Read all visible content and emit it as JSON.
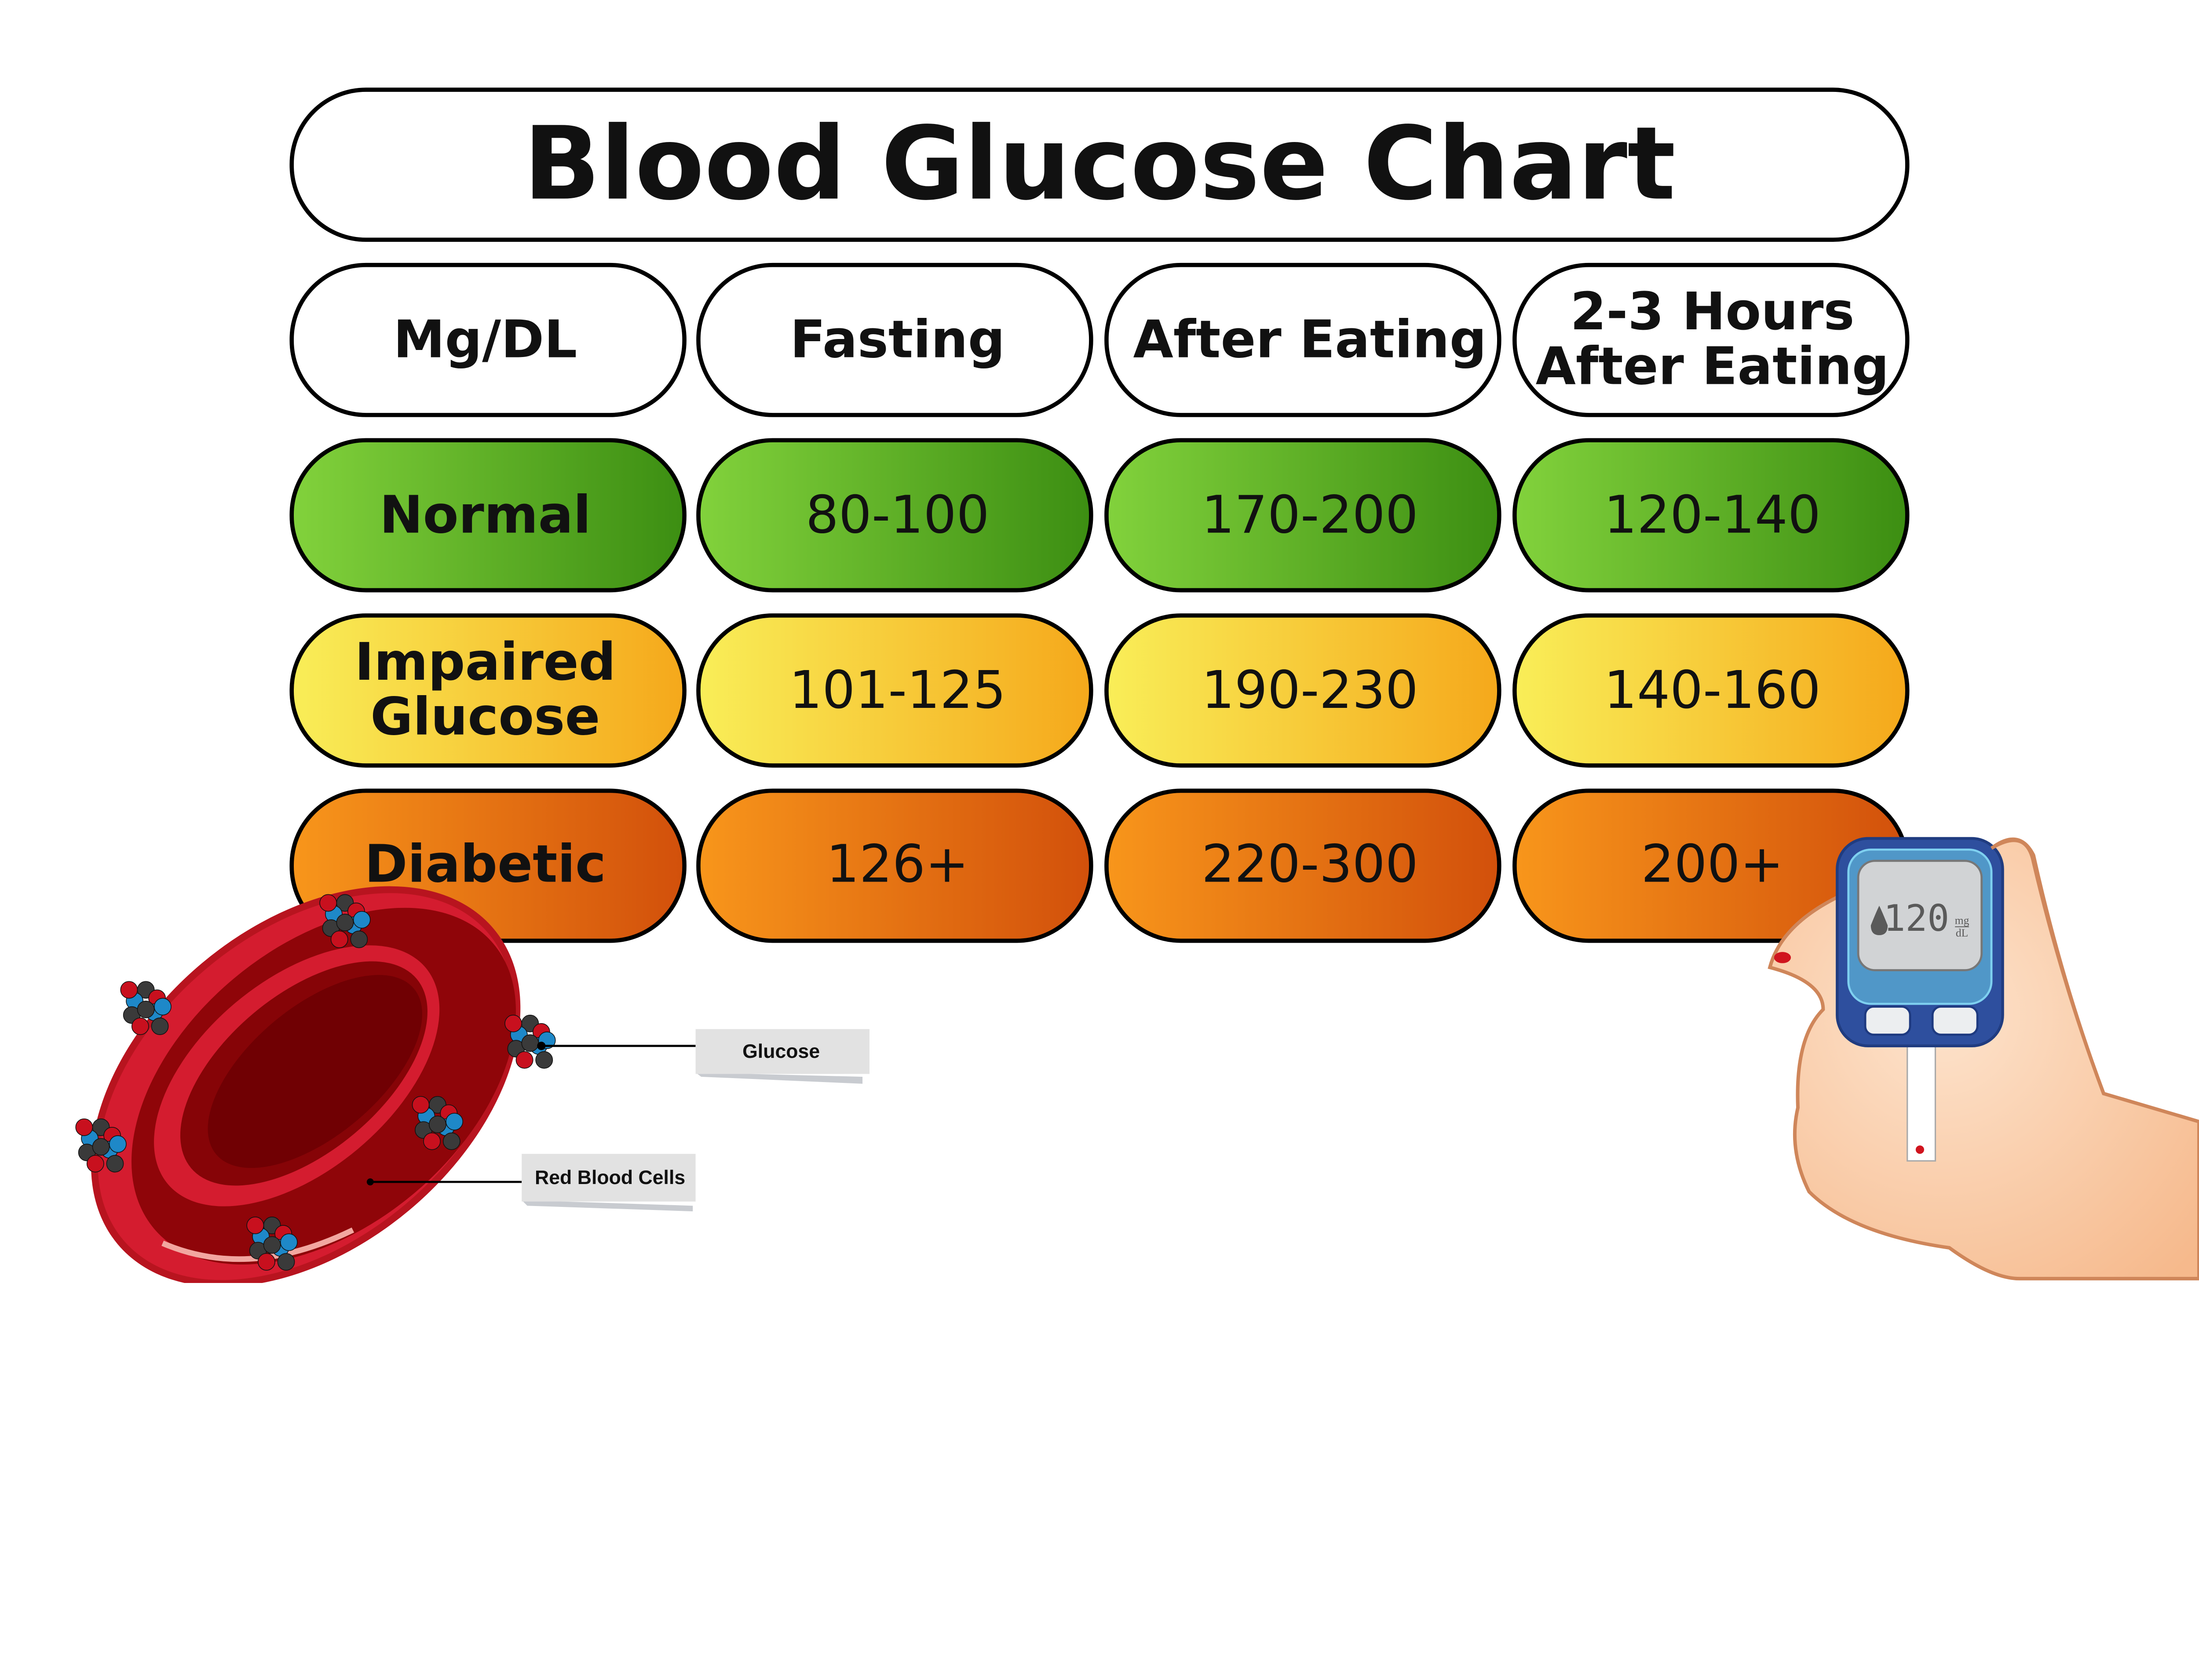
{
  "title": "Blood Glucose Chart",
  "colors": {
    "normal": [
      "#82d23c",
      "#3c8e12"
    ],
    "impaired": [
      "#f9ee58",
      "#f5a81b"
    ],
    "diabetic": [
      "#f8961b",
      "#d2500b"
    ],
    "outline": "#000000",
    "rbc": "#d41c2f",
    "meter": "#2e4f9e"
  },
  "table": {
    "headers": [
      "Mg/DL",
      "Fasting",
      "After Eating",
      "2-3 Hours",
      "After Eating"
    ],
    "rows": [
      {
        "label": "Normal",
        "label2": "",
        "values": [
          "80-100",
          "170-200",
          "120-140"
        ],
        "color": "normal"
      },
      {
        "label": "Impaired",
        "label2": "Glucose",
        "values": [
          "101-125",
          "190-230",
          "140-160"
        ],
        "color": "impaired"
      },
      {
        "label": "Diabetic",
        "label2": "",
        "values": [
          "126+",
          "220-300",
          "200+"
        ],
        "color": "diabetic"
      }
    ]
  },
  "illustration": {
    "glucose_label": "Glucose",
    "rbc_label": "Red Blood Cells",
    "meter_reading": "120",
    "meter_unit_top": "mg",
    "meter_unit_bottom": "dL"
  }
}
